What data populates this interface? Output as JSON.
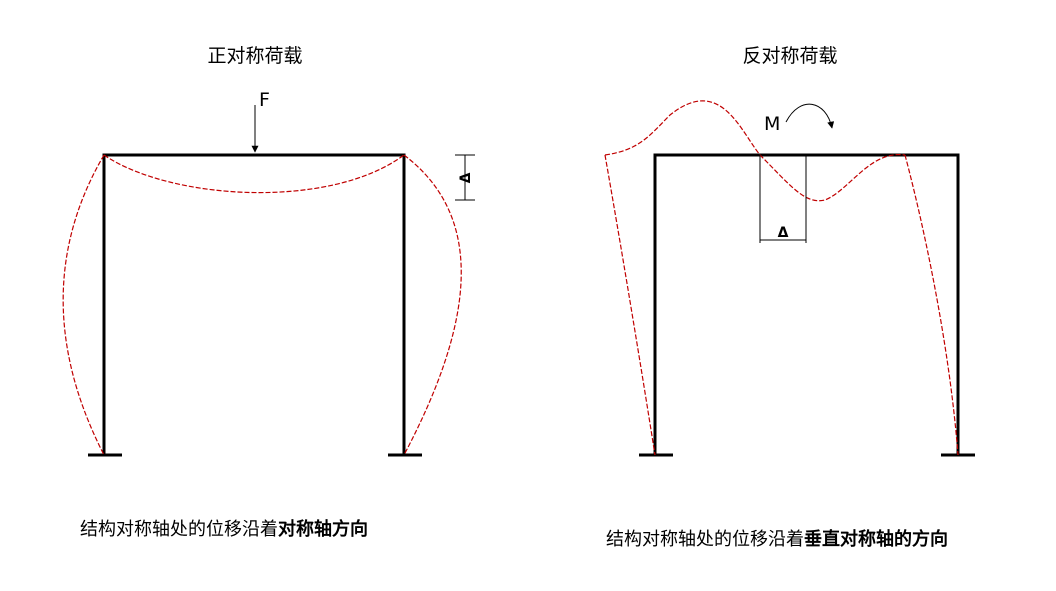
{
  "left_panel": {
    "title": "正对称荷载",
    "load_label": "F",
    "delta_label": "Δ",
    "caption_plain": "结构对称轴处的位移沿着",
    "caption_bold": "对称轴方向"
  },
  "right_panel": {
    "title": "反对称荷载",
    "moment_label": "M",
    "delta_label": "Δ",
    "caption_plain": "结构对称轴处的位移沿着",
    "caption_bold": "垂直对称轴的方向"
  },
  "colors": {
    "frame": "#000000",
    "deformed_shape": "#c00000"
  }
}
